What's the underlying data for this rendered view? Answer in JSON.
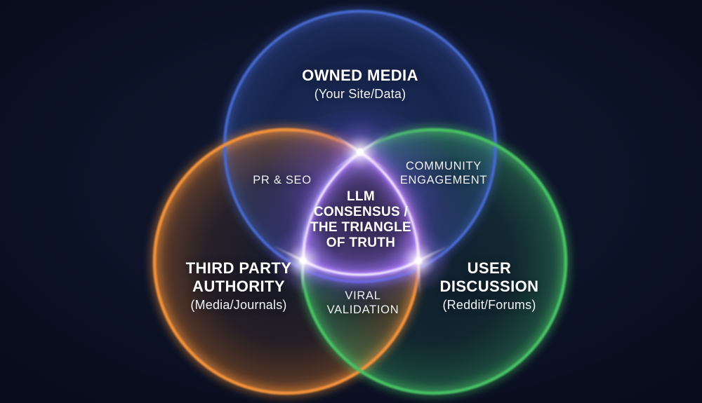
{
  "colors": {
    "background": "#0a0f22",
    "blue": "#4669cf",
    "orange": "#f2923a",
    "green": "#47c163",
    "purple": "#a673f8",
    "text": "#ffffff"
  },
  "venn": {
    "top_circle": {
      "title": "OWNED MEDIA",
      "subtitle": "(Your Site/Data)"
    },
    "left_circle": {
      "title_line1": "THIRD PARTY",
      "title_line2": "AUTHORITY",
      "subtitle": "(Media/Journals)"
    },
    "right_circle": {
      "title_line1": "USER",
      "title_line2": "DISCUSSION",
      "subtitle": "(Reddit/Forums)"
    },
    "overlap_top_left": {
      "label": "PR & SEO"
    },
    "overlap_top_right": {
      "line1": "COMMUNITY",
      "line2": "ENGAGEMENT"
    },
    "overlap_bottom": {
      "line1": "VIRAL",
      "line2": "VALIDATION"
    },
    "center": {
      "line1": "LLM",
      "line2": "CONSENSUS /",
      "line3": "THE TRIANGLE",
      "line4": "OF TRUTH"
    }
  }
}
